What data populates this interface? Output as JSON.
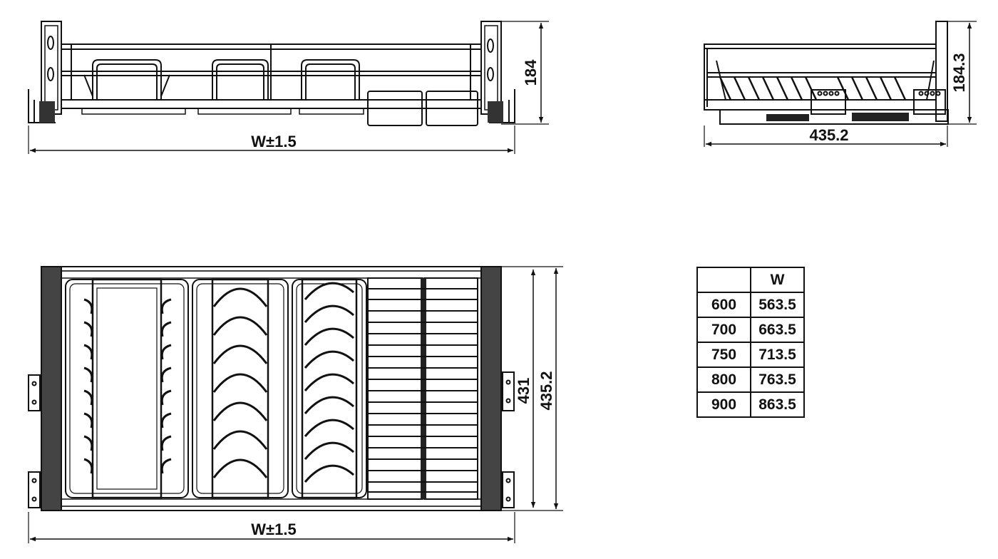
{
  "dimensions": {
    "front_width": "W±1.5",
    "front_height": "184",
    "side_depth": "435.2",
    "side_height": "184.3",
    "plan_width": "W±1.5",
    "plan_inner_depth": "431",
    "plan_outer_depth": "435.2"
  },
  "size_table": {
    "header": [
      "",
      "W"
    ],
    "rows": [
      [
        "600",
        "563.5"
      ],
      [
        "700",
        "663.5"
      ],
      [
        "750",
        "713.5"
      ],
      [
        "800",
        "763.5"
      ],
      [
        "900",
        "863.5"
      ]
    ]
  }
}
